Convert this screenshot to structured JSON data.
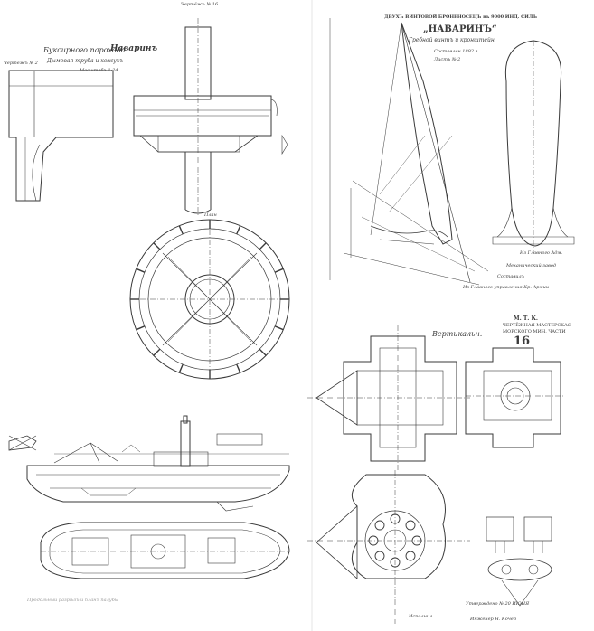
{
  "left_panel": {
    "top_small_label": "Чертёжъ № 16",
    "drawing_title_1": "Буксирного парохода",
    "drawing_title_2": "Наваринъ",
    "drawing_subtitle": "Дымовая труба и кожухъ",
    "scale_note": "Масштабъ 1:24",
    "left_note": "Чертёжъ № 2",
    "ring_label": "План",
    "bottom_caption": "Продольный разрѣзъ и планъ палубы"
  },
  "right_top": {
    "header": "ДВУХЪ ВИНТОВОЙ БРОНЕНОСЕЦЪ въ 9000 ИНД. СИЛЪ",
    "ship_name": "„НАВАРИНЪ“",
    "subtitle": "Гребной винтъ и кронштейн",
    "date": "Составлен 1892 г.",
    "sheet_no": "Листъ № 2",
    "notes": [
      "Из Главного Адм.",
      "Механический завод",
      "Составилъ",
      "Из Главного управления Кр. Армии"
    ]
  },
  "right_bottom": {
    "heading": "Вертикальн.",
    "mtk_title": "М. Т. К.",
    "mtk_sub1": "ЧЕРТЁЖНАЯ МАСТЕРСКАЯ",
    "mtk_sub2": "МОРСКОГО МИН. ЧАСТИ",
    "sheet_number": "16",
    "stamp_note": "Утверждено № 20 ИЮНЯ",
    "signature_1": "Исполнил",
    "signature_2": "Инженер Н. Кочер"
  },
  "colors": {
    "ink": "#3a3a3a",
    "paper": "#ffffff"
  }
}
